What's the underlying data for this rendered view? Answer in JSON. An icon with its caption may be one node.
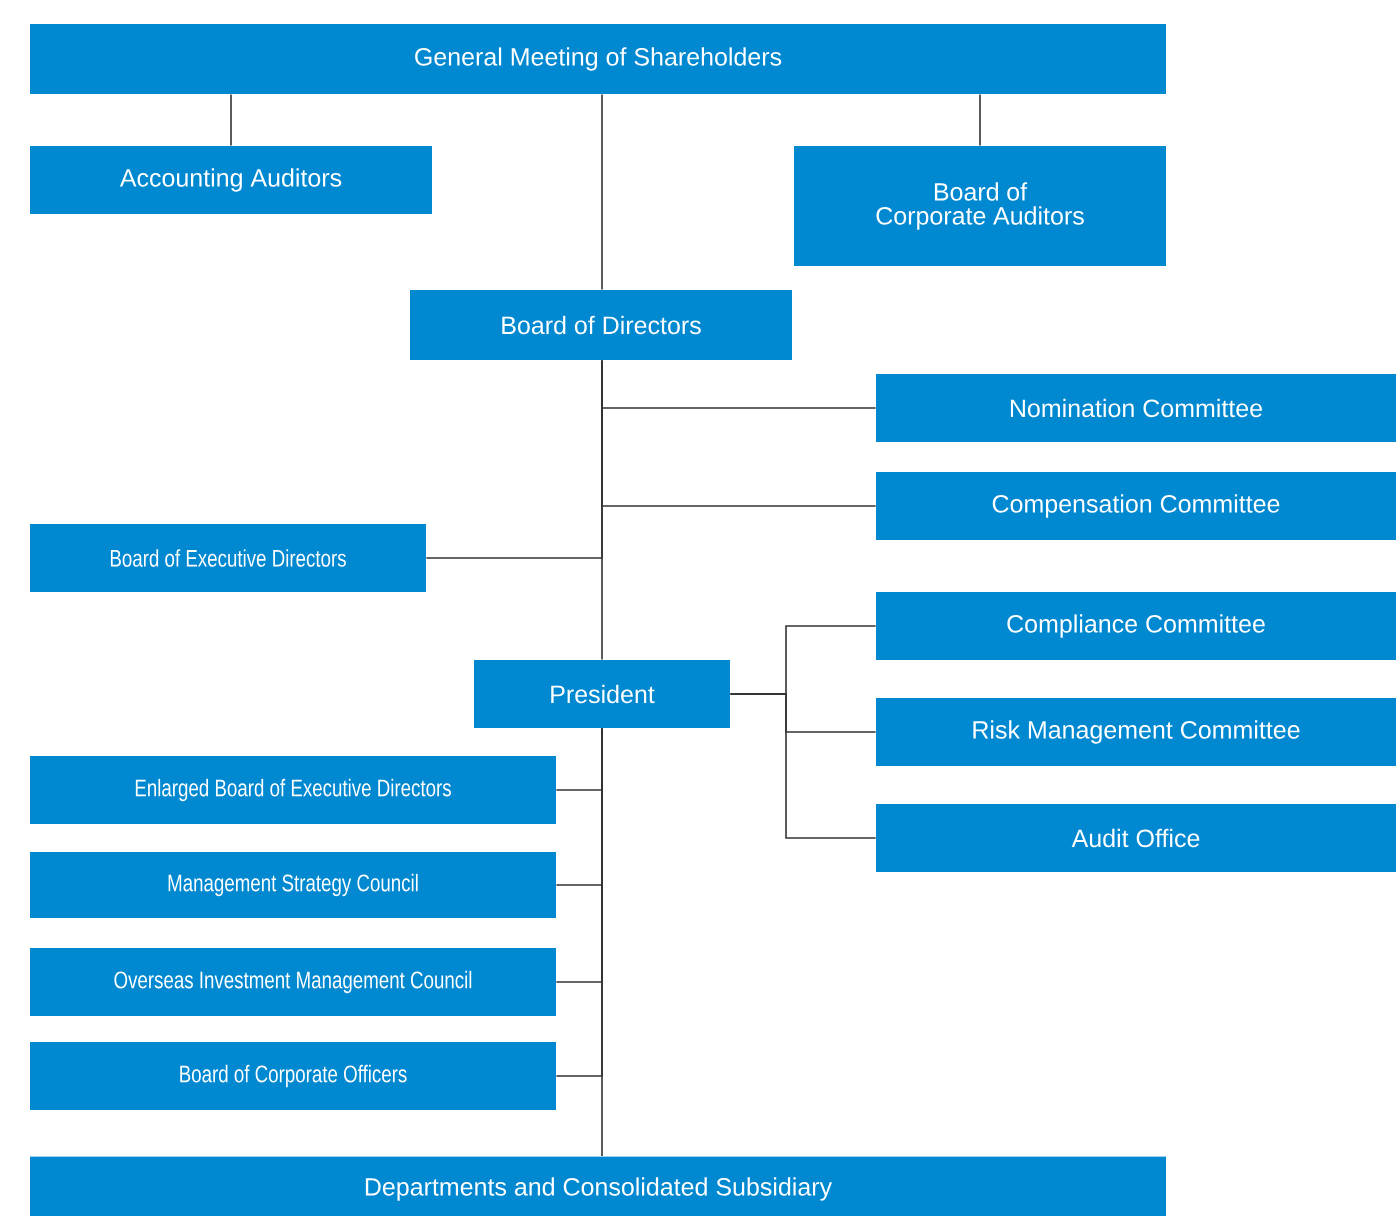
{
  "diagram": {
    "nodes": [
      {
        "text": [
          "General Meeting of Shareholders"
        ]
      },
      {
        "text": [
          "Accounting Auditors"
        ]
      },
      {
        "text": [
          "Board of Corporate Auditors"
        ]
      },
      {
        "text": [
          "Board of Directors"
        ]
      },
      {
        "text": [
          "Nomination Committee"
        ]
      },
      {
        "text": [
          "Compensation Committee"
        ]
      },
      {
        "text": [
          "Board of Executive Directors"
        ]
      },
      {
        "text": [
          "President"
        ]
      },
      {
        "text": [
          "Compliance Committee"
        ]
      },
      {
        "text": [
          "Risk Management Committee"
        ]
      },
      {
        "text": [
          "Audit Office"
        ]
      },
      {
        "text": [
          "Enlarged Board of Executive Directors"
        ]
      },
      {
        "text": [
          "Management Strategy Council"
        ]
      },
      {
        "text": [
          "Overseas Investment Management Council"
        ]
      },
      {
        "text": [
          "Board of Corporate Officers"
        ]
      },
      {
        "text": [
          "Departments and Consolidated Subsidiary"
        ]
      }
    ],
    "edges": [
      {
        "from": 0,
        "to": 1,
        "arrow": "none"
      },
      {
        "from": 0,
        "to": 2,
        "arrow": "none"
      },
      {
        "from": 0,
        "to": 3,
        "arrow": "none"
      },
      {
        "from": 3,
        "to": 4,
        "arrow": "none"
      },
      {
        "from": 3,
        "to": 5,
        "arrow": "none"
      },
      {
        "from": 3,
        "to": 6,
        "arrow": "none"
      },
      {
        "from": 3,
        "to": 7,
        "arrow": "none"
      },
      {
        "from": 7,
        "to": 8,
        "arrow": "none"
      },
      {
        "from": 7,
        "to": 9,
        "arrow": "none"
      },
      {
        "from": 7,
        "to": 10,
        "arrow": "none"
      },
      {
        "from": 7,
        "to": 11,
        "arrow": "none"
      },
      {
        "from": 7,
        "to": 12,
        "arrow": "none"
      },
      {
        "from": 7,
        "to": 13,
        "arrow": "none"
      },
      {
        "from": 7,
        "to": 14,
        "arrow": "none"
      },
      {
        "from": 7,
        "to": 15,
        "arrow": "none"
      }
    ]
  }
}
